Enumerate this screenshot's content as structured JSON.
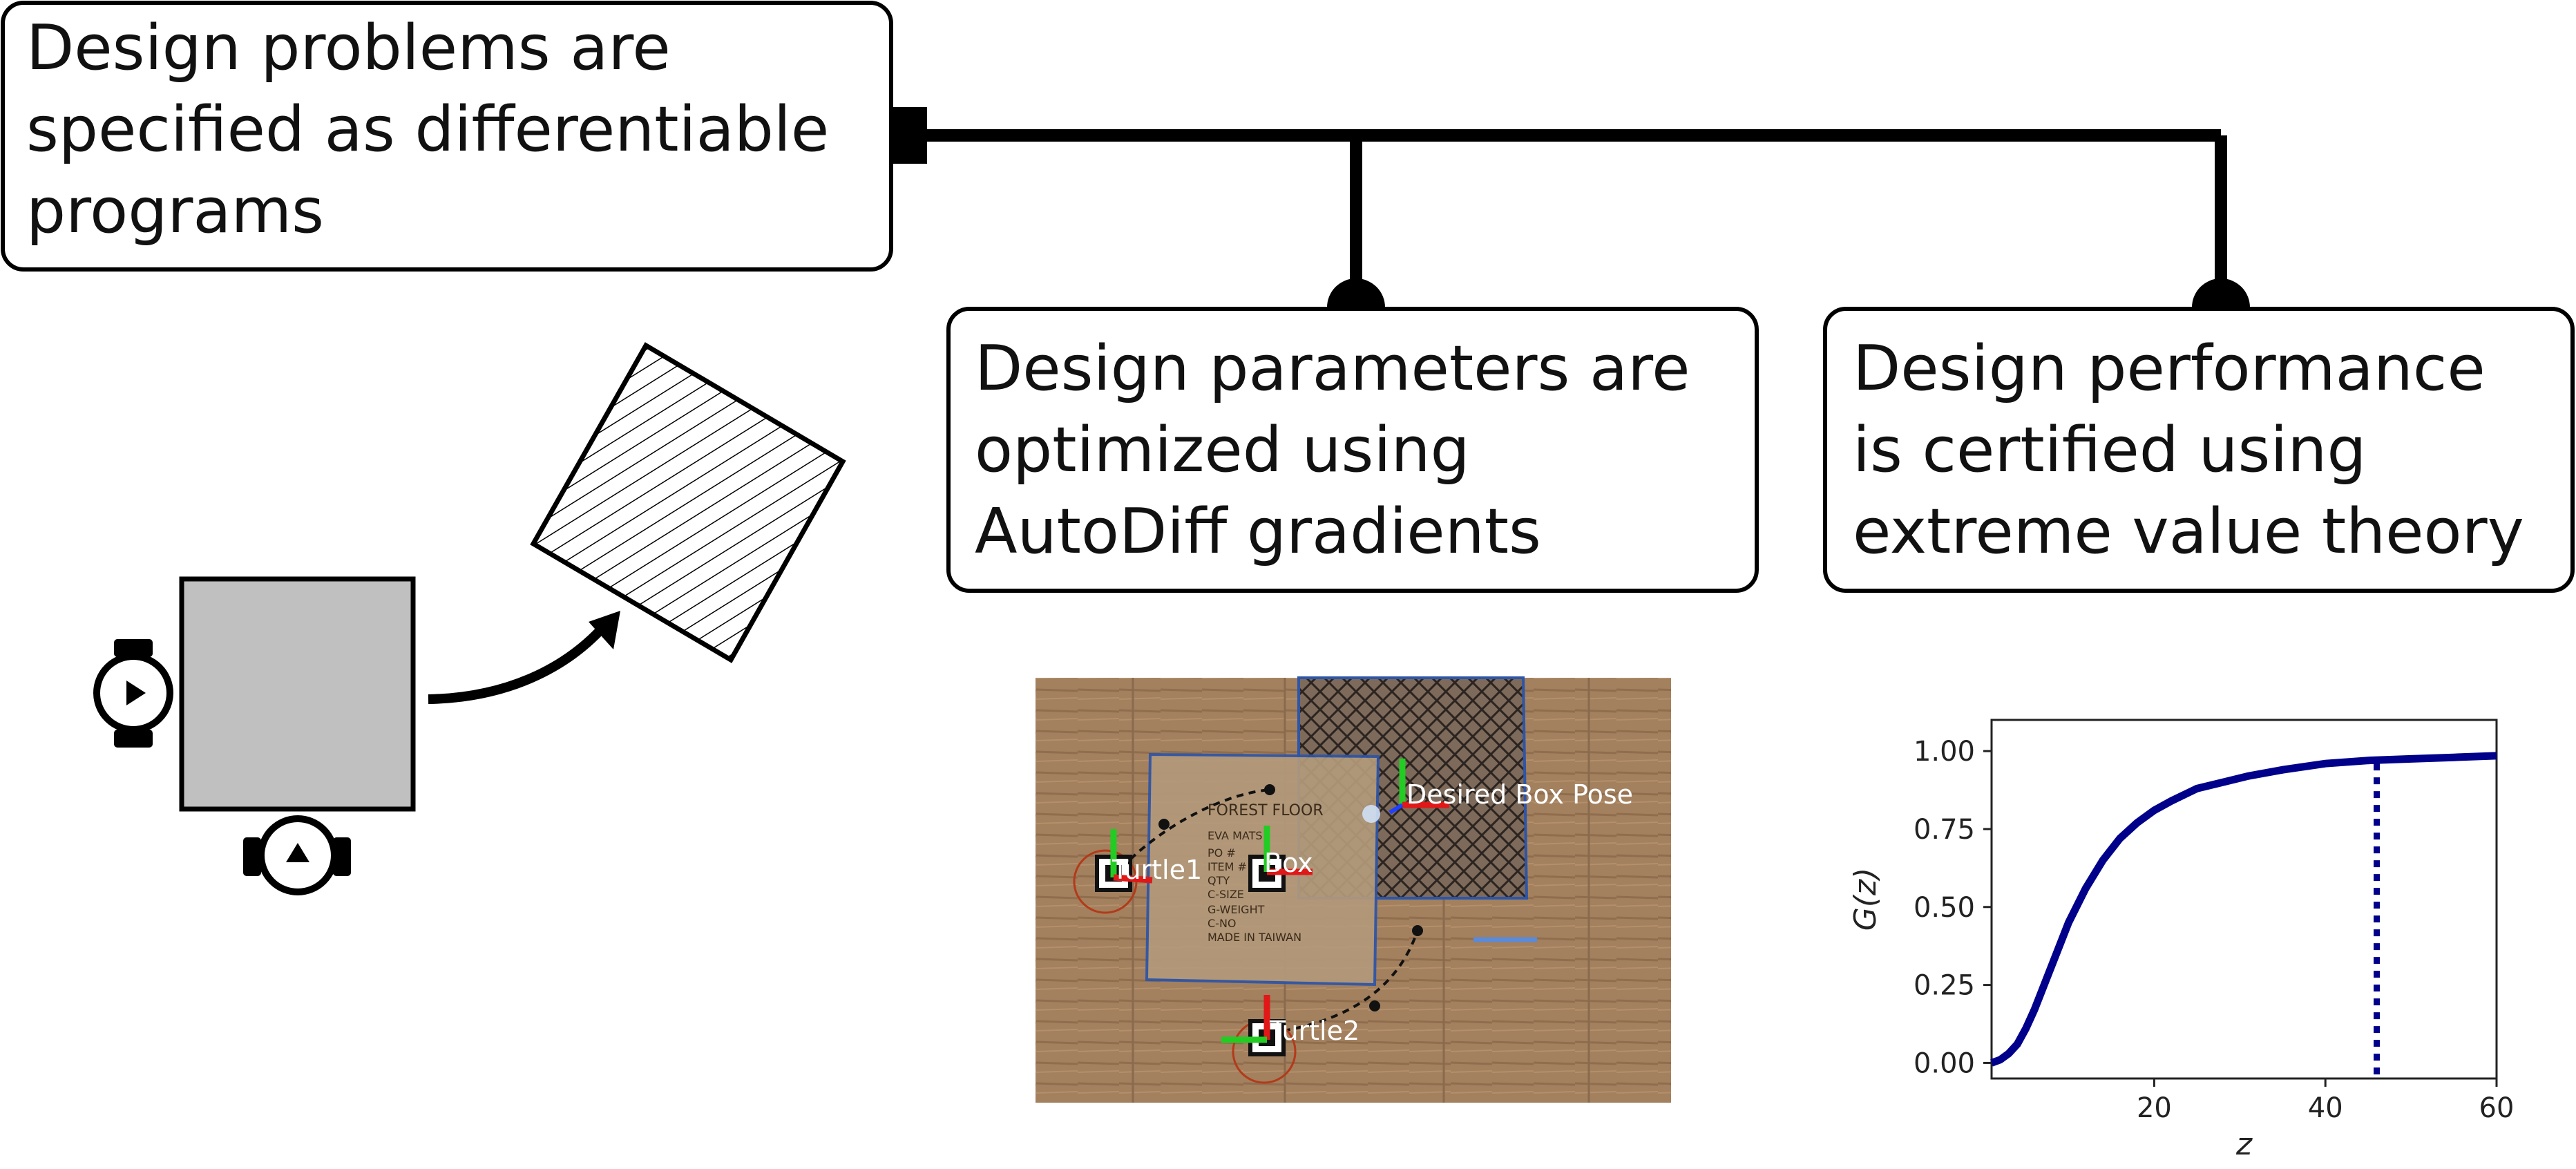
{
  "boxes": {
    "specify": [
      "Design problems are",
      "specified as differentiable",
      "programs"
    ],
    "optimize": [
      "Design parameters are",
      "optimized using",
      "AutoDiff gradients"
    ],
    "certify": [
      "Design performance",
      "is certified using",
      "extreme value theory"
    ]
  },
  "photo": {
    "labels": {
      "turtle1": "Turtle1",
      "box": "Box",
      "desired": "Desired Box Pose",
      "turtle2": "Turtle2"
    },
    "box_print": [
      "FOREST FLOOR",
      "EVA MATS",
      "PO #",
      "ITEM #",
      "QTY",
      "C-SIZE",
      "G-WEIGHT",
      "C-NO",
      "MADE IN TAIWAN"
    ]
  },
  "chart_data": {
    "type": "line",
    "xlabel": "z",
    "ylabel": "G(z)",
    "xlim": [
      1,
      60
    ],
    "ylim": [
      -0.05,
      1.1
    ],
    "xticks": [
      20,
      40,
      60
    ],
    "yticks": [
      0.0,
      0.25,
      0.5,
      0.75,
      1.0
    ],
    "ytick_labels": [
      "0.00",
      "0.25",
      "0.50",
      "0.75",
      "1.00"
    ],
    "xtick_labels": [
      "20",
      "40",
      "60"
    ],
    "series": [
      {
        "x": [
          1,
          2,
          3,
          4,
          5,
          6,
          7,
          8,
          9,
          10,
          12,
          14,
          16,
          18,
          20,
          22,
          25,
          28,
          31,
          35,
          40,
          45,
          50,
          55,
          60
        ],
        "y": [
          0.0,
          0.01,
          0.03,
          0.06,
          0.11,
          0.17,
          0.24,
          0.31,
          0.38,
          0.45,
          0.56,
          0.65,
          0.72,
          0.77,
          0.81,
          0.84,
          0.88,
          0.9,
          0.92,
          0.94,
          0.96,
          0.97,
          0.975,
          0.98,
          0.985
        ],
        "color": "#00008b"
      }
    ],
    "threshold": {
      "x": 46,
      "style": "dotted",
      "color": "#00008b"
    },
    "grid": false
  }
}
